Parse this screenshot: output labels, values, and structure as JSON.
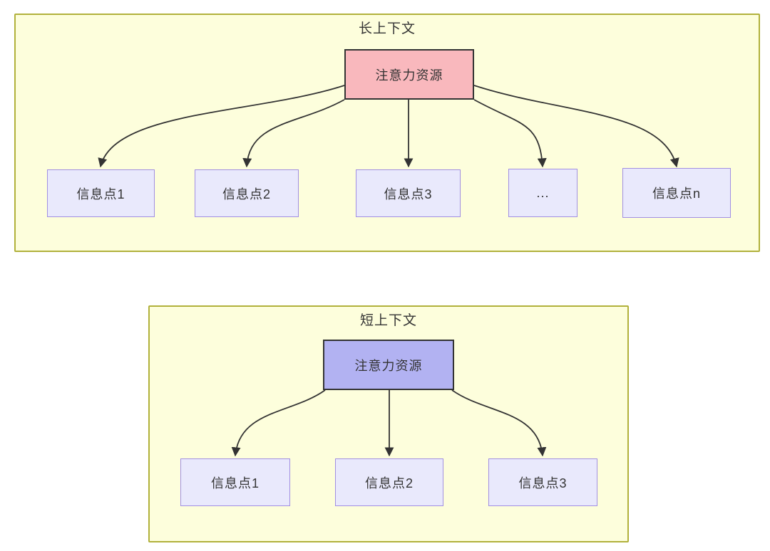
{
  "colors": {
    "page_bg": "#ffffff",
    "panel_bg": "#fdfedc",
    "panel_border": "#b1b13b",
    "attention_long_fill": "#f9b8bd",
    "attention_short_fill": "#b2b2f2",
    "attention_border": "#333333",
    "info_fill": "#e9e9fc",
    "info_border": "#a18fe2",
    "text": "#333333",
    "arrow": "#333333"
  },
  "long_context_panel": {
    "title": "长上下文",
    "attention_node": "注意力资源",
    "info_nodes": [
      "信息点1",
      "信息点2",
      "信息点3",
      "...",
      "信息点n"
    ]
  },
  "short_context_panel": {
    "title": "短上下文",
    "attention_node": "注意力资源",
    "info_nodes": [
      "信息点1",
      "信息点2",
      "信息点3"
    ]
  }
}
